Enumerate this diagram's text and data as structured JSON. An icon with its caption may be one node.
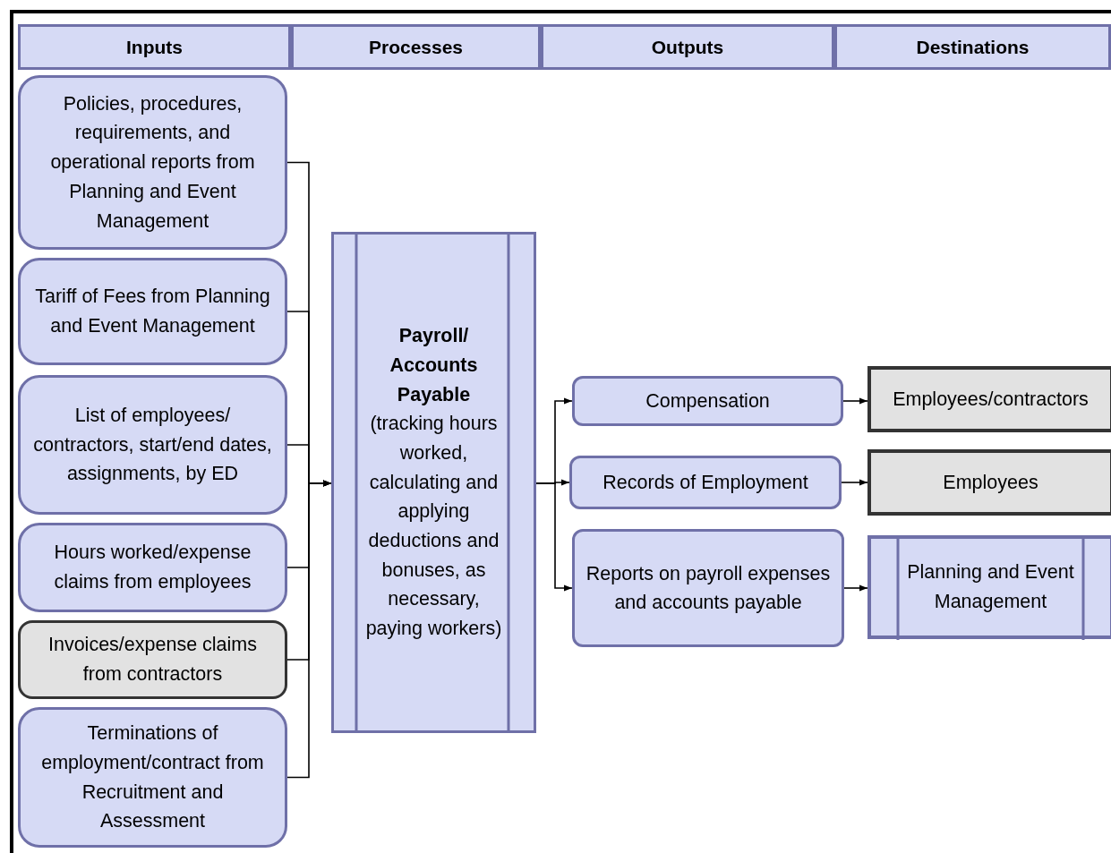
{
  "diagram": {
    "nodes": [
      {
        "text": [
          "Inputs"
        ]
      },
      {
        "text": [
          "Processes"
        ]
      },
      {
        "text": [
          "Outputs"
        ]
      },
      {
        "text": [
          "Destinations"
        ]
      },
      {
        "text": [
          "Policies, procedures, requirements, and operational reports from Planning and Event Management"
        ]
      },
      {
        "text": [
          "Tariff of Fees from Planning and Event Management"
        ]
      },
      {
        "text": [
          "List of employees/ contractors, start/end dates, assignments, by ED"
        ]
      },
      {
        "text": [
          "Hours worked/expense claims from employees"
        ]
      },
      {
        "text": [
          "Invoices/expense claims from contractors"
        ]
      },
      {
        "text": [
          "Terminations of employment/contract from Recruitment and Assessment"
        ]
      },
      {
        "text": [
          "Payroll/ Accounts Payable",
          "(tracking hours worked, calculating and applying deductions and bonuses, as necessary, paying workers)"
        ]
      },
      {
        "text": [
          "Compensation"
        ]
      },
      {
        "text": [
          "Records of Employment"
        ]
      },
      {
        "text": [
          "Reports on payroll expenses and accounts payable"
        ]
      },
      {
        "text": [
          "Employees/contractors"
        ]
      },
      {
        "text": [
          "Employees"
        ]
      },
      {
        "text": [
          "Planning and Event Management"
        ]
      }
    ],
    "edges": [
      {
        "from": 4,
        "to": 10,
        "arrow": "to"
      },
      {
        "from": 5,
        "to": 10,
        "arrow": "to"
      },
      {
        "from": 6,
        "to": 10,
        "arrow": "to"
      },
      {
        "from": 7,
        "to": 10,
        "arrow": "to"
      },
      {
        "from": 8,
        "to": 10,
        "arrow": "to"
      },
      {
        "from": 9,
        "to": 10,
        "arrow": "to"
      },
      {
        "from": 10,
        "to": 11,
        "arrow": "to"
      },
      {
        "from": 10,
        "to": 12,
        "arrow": "to"
      },
      {
        "from": 10,
        "to": 13,
        "arrow": "to"
      },
      {
        "from": 11,
        "to": 14,
        "arrow": "to"
      },
      {
        "from": 12,
        "to": 15,
        "arrow": "to"
      },
      {
        "from": 13,
        "to": 16,
        "arrow": "to"
      }
    ]
  }
}
